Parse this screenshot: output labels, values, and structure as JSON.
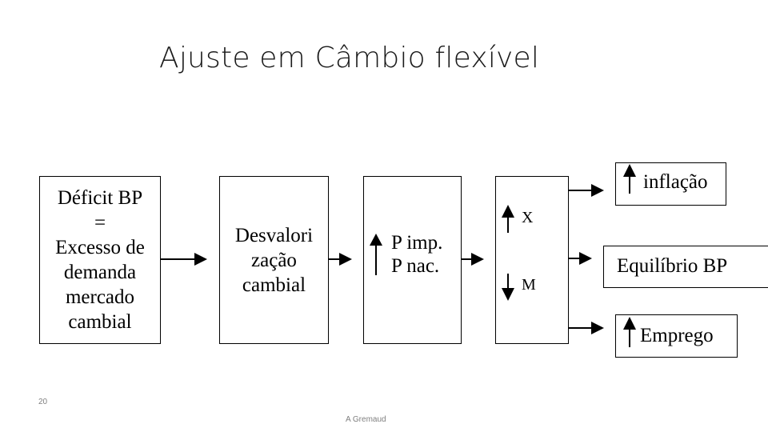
{
  "title": "Ajuste em Câmbio flexível",
  "boxes": {
    "deficit": [
      "Déficit  BP",
      "=",
      "Excesso de",
      "demanda",
      "mercado",
      "cambial"
    ],
    "desvalorizacao": [
      "Desvalori",
      "zação",
      "cambial"
    ],
    "precos": [
      "P imp.",
      "P nac."
    ],
    "xm": {
      "x_label": "X",
      "m_label": "M"
    },
    "inflacao": "inflação",
    "equilibrio": "Equilíbrio BP",
    "emprego": "Emprego"
  },
  "icons": {
    "up_arrow": "up-arrow-icon",
    "down_arrow": "down-arrow-icon",
    "right_arrow": "right-arrow-icon"
  },
  "slide_number": "20",
  "footer": "A Gremaud"
}
